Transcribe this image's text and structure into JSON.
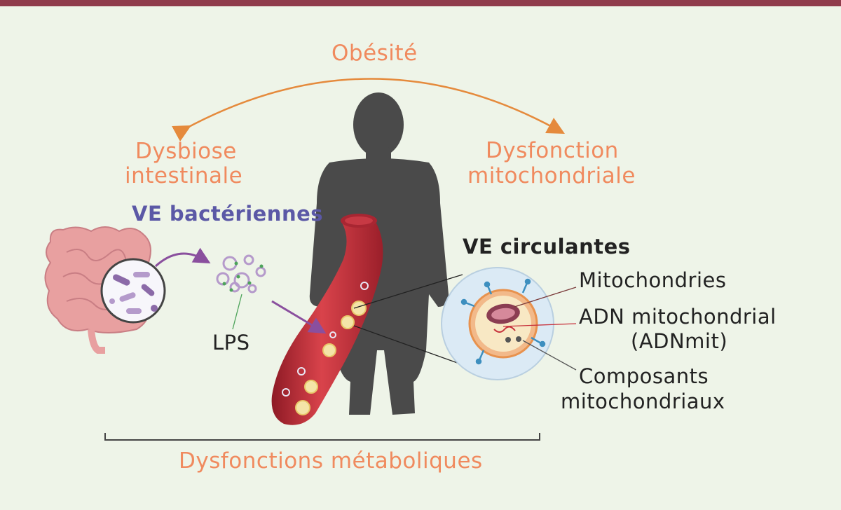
{
  "top": {
    "label": "Obésité"
  },
  "left": {
    "line1": "Dysbiose",
    "line2": "intestinale"
  },
  "right": {
    "line1": "Dysfonction",
    "line2": "mitochondriale"
  },
  "ve_bacteriennes": "VE bactériennes",
  "lps": "LPS",
  "ve_circulantes": "VE circulantes",
  "callouts": {
    "mitochondries": "Mitochondries",
    "adn_line1": "ADN mitochondrial",
    "adn_line2": "(ADNmit)",
    "composants_line1": "Composants",
    "composants_line2": "mitochondriaux"
  },
  "bottom": {
    "label": "Dysfonctions métaboliques"
  },
  "colors": {
    "accent_bar": "#8f3b4b",
    "orange_text": "#f08a5e",
    "purple_text": "#5b58a6",
    "silhouette": "#4a4a4a",
    "vessel": "#c8303a"
  }
}
